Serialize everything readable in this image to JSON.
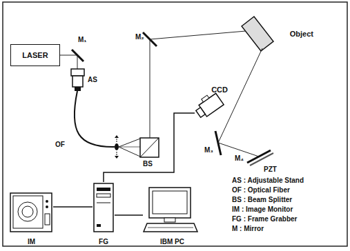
{
  "diagram": {
    "nodes": [
      {
        "text": [
          "LASER"
        ]
      },
      {
        "text": [
          "CCD"
        ]
      },
      {
        "text": [
          "Object"
        ]
      },
      {
        "text": [
          "IM"
        ]
      },
      {
        "text": [
          "FG"
        ]
      },
      {
        "text": [
          "IBM PC"
        ]
      }
    ],
    "edges": [
      {
        "from": 1,
        "to": 4,
        "arrow": "none"
      },
      {
        "from": 4,
        "to": 3,
        "arrow": "none"
      },
      {
        "from": 4,
        "to": 5,
        "arrow": "none"
      }
    ],
    "labels": [
      "M₁",
      "AS",
      "OF",
      "M₂",
      "BS",
      "M₃",
      "M₄",
      "PZT",
      "AS : Adjustable Stand",
      "OF : Optical Fiber",
      "BS : Beam Splitter",
      "IM : Image Monitor",
      "FG : Frame Grabber",
      "M : Mirror"
    ]
  }
}
